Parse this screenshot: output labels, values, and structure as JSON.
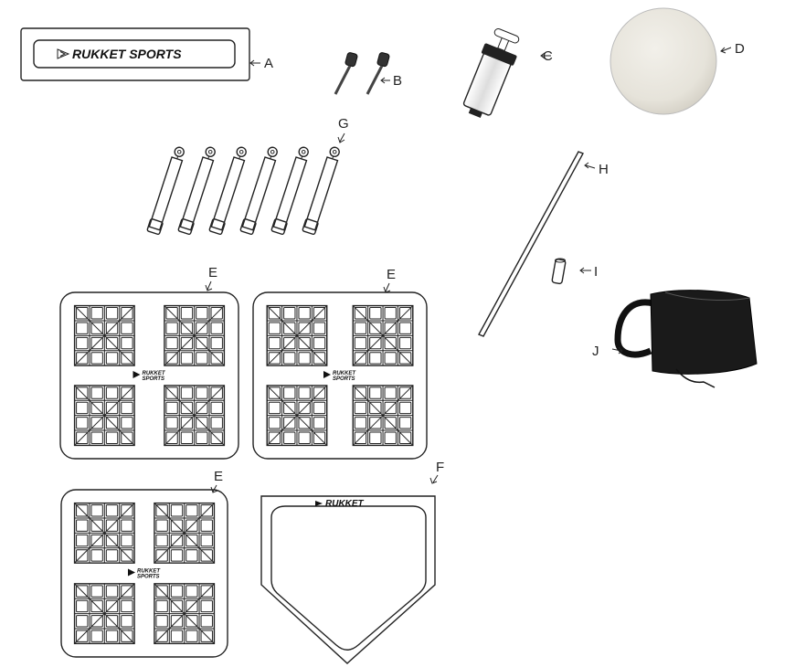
{
  "brand": {
    "sign_text": "RUKKET SPORTS",
    "mat_line1": "RUKKET",
    "mat_line2": "SPORTS",
    "plate_text": "RUKKET"
  },
  "labels": {
    "a": "A",
    "b": "B",
    "c": "C",
    "d": "D",
    "e1": "E",
    "e2": "E",
    "e3": "E",
    "f": "F",
    "g": "G",
    "h": "H",
    "i": "I",
    "j": "J"
  }
}
